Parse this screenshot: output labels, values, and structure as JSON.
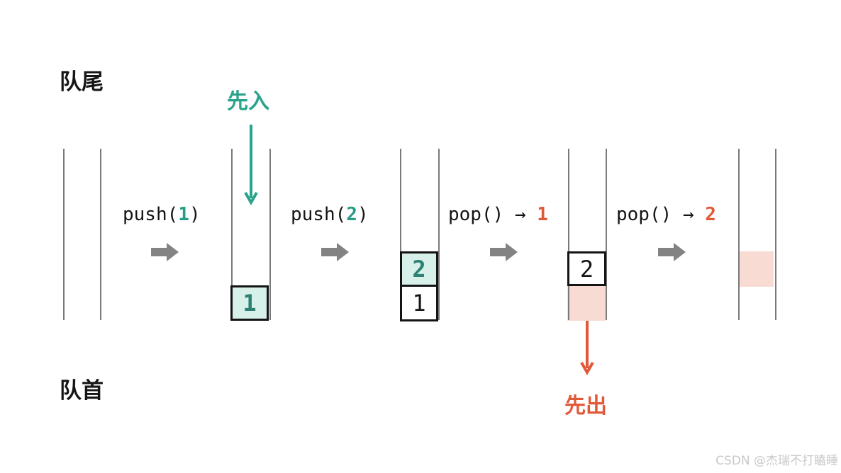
{
  "labels": {
    "queue_rear": "队尾",
    "queue_front": "队首"
  },
  "annotations": {
    "first_in": "先入",
    "first_out": "先出"
  },
  "operations": [
    {
      "prefix": "push(",
      "value": "1",
      "suffix": ")"
    },
    {
      "prefix": "push(",
      "value": "2",
      "suffix": ")"
    },
    {
      "prefix": "pop() → ",
      "value": "1",
      "suffix": ""
    },
    {
      "prefix": "pop() → ",
      "value": "2",
      "suffix": ""
    }
  ],
  "queues": [
    {
      "cells": []
    },
    {
      "cells": [
        {
          "value": "1",
          "style": "teal"
        }
      ]
    },
    {
      "cells": [
        {
          "value": "2",
          "style": "teal"
        },
        {
          "value": "1",
          "style": "plain"
        }
      ]
    },
    {
      "cells": [
        {
          "value": "2",
          "style": "plain"
        },
        {
          "value": "",
          "style": "ghost"
        }
      ]
    },
    {
      "cells": [
        {
          "value": "",
          "style": "ghost"
        }
      ]
    }
  ],
  "watermark": "CSDN @杰瑞不打瞌睡",
  "colors": {
    "teal": "#2aa38b",
    "teal_dark": "#2d8172",
    "teal_fill": "#d8f0ea",
    "orange": "#e2593a",
    "pink_fill": "#f8dcd4",
    "gray_arrow": "#838383",
    "tube_line": "#7a7a7a",
    "text": "#141414"
  }
}
